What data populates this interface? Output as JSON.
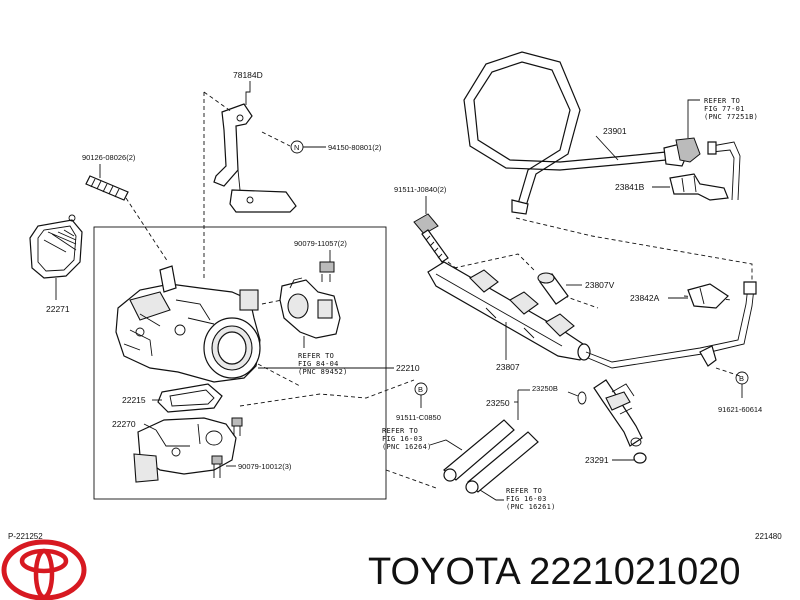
{
  "diagram": {
    "labels": {
      "p78184d": "78184D",
      "p94150": "94150-80801(2)",
      "p90126": "90126-08026(2)",
      "p22271": "22271",
      "p90079a": "90079-11057(2)",
      "p22210": "22210",
      "p22215": "22215",
      "p22270": "22270",
      "p90079b": "90079-10012(3)",
      "p91511a": "91511-J0840(2)",
      "p91511b": "91511-C0850",
      "p23901": "23901",
      "p23841b": "23841B",
      "p23807v": "23807V",
      "p23842a": "23842A",
      "p23807": "23807",
      "p23250b": "23250B",
      "p23250": "23250",
      "p23291": "23291",
      "p91621": "91621-60614"
    },
    "markers": {
      "n": "N",
      "b": "B"
    },
    "refs": {
      "r1": [
        "REFER TO",
        "FIG 77-01",
        "(PNC 77251B)"
      ],
      "r2": [
        "REFER TO",
        "FIG 84-04",
        "(PNC 89452)"
      ],
      "r3": [
        "REFER TO",
        "FIG 16-03",
        "(PNC 16264)"
      ],
      "r4": [
        "REFER TO",
        "FIG 16-03",
        "(PNC 16261)"
      ]
    },
    "corner_left": "P-221252",
    "corner_right": "221480"
  },
  "footer": {
    "brand_text": "TOYOTA 2221021020",
    "logo_icon": "toyota-logo-icon",
    "logo_color": "#d71921"
  }
}
